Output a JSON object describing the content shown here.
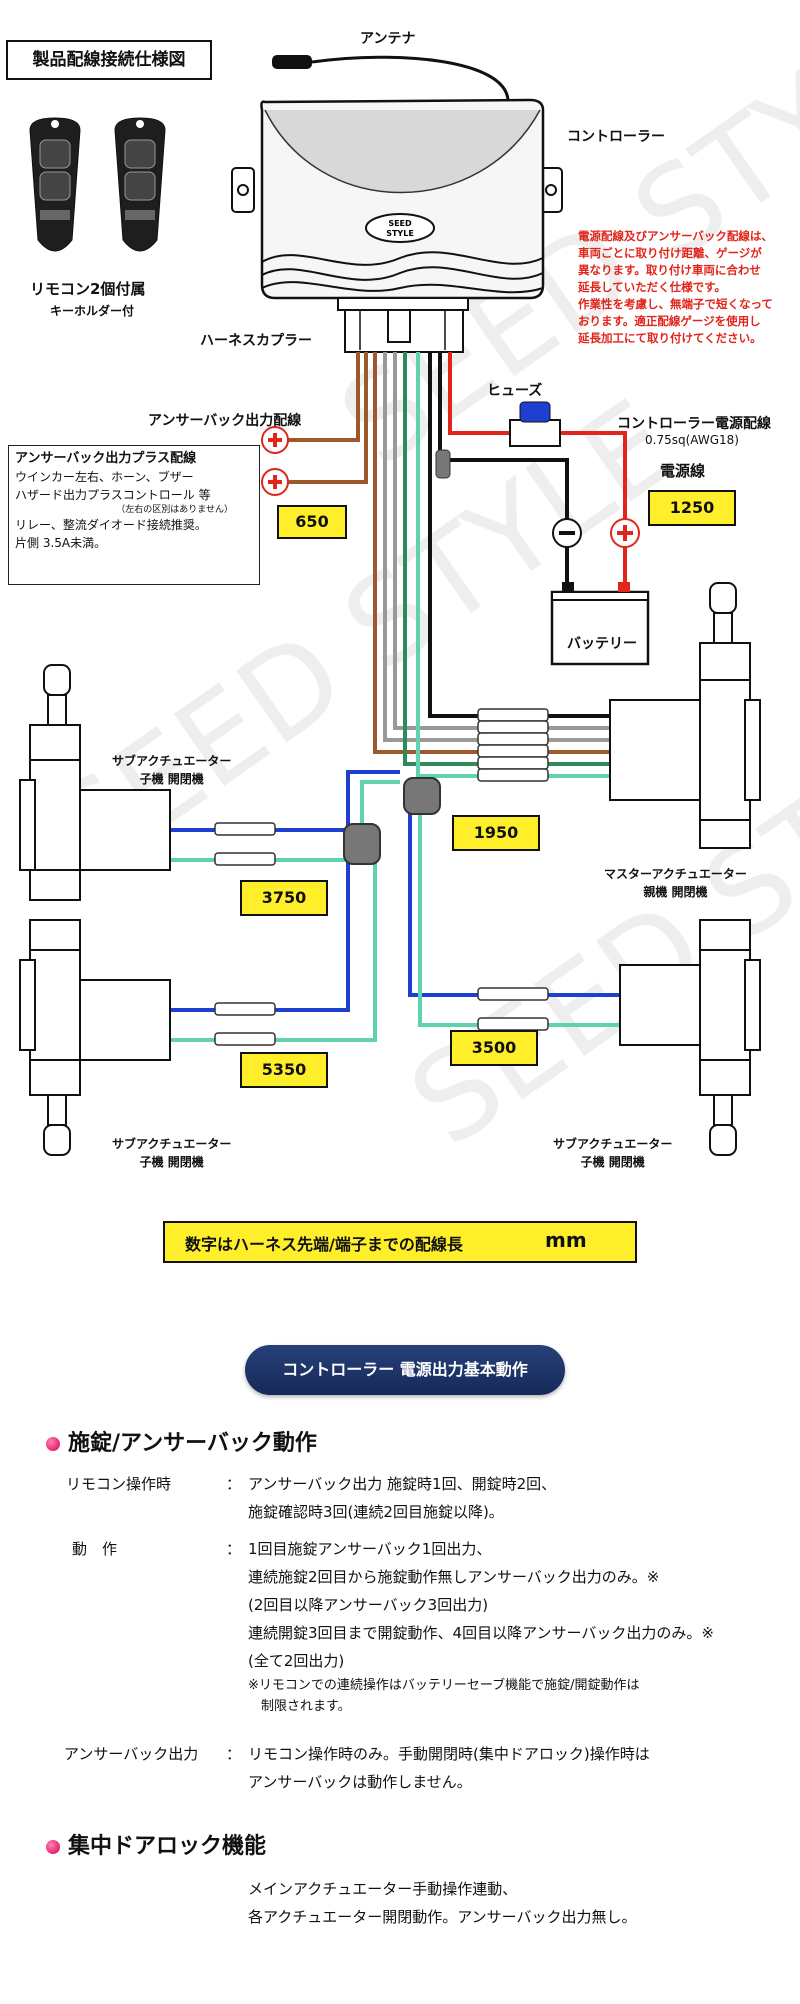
{
  "header": {
    "title": "製品配線接続仕様図"
  },
  "labels": {
    "antenna": "アンテナ",
    "controller": "コントローラー",
    "remote_title": "リモコン2個付属",
    "remote_sub": "キーホルダー付",
    "harness": "ハーネスカプラー",
    "answerback_out": "アンサーバック出力配線",
    "fuse": "ヒューズ",
    "power_wire_title": "コントローラー電源配線",
    "power_wire_spec": "0.75sq(AWG18)",
    "power_line": "電源線",
    "battery": "バッテリー",
    "logo_top": "SEED",
    "logo_bottom": "STYLE",
    "sub_left_top": [
      "サブアクチュエーター",
      "子機 開閉機"
    ],
    "master": [
      "マスターアクチュエーター",
      "親機 開閉機"
    ],
    "sub_left_bottom": [
      "サブアクチュエーター",
      "子機 開閉機"
    ],
    "sub_right_bottom": [
      "サブアクチュエーター",
      "子機 開閉機"
    ]
  },
  "red_note": [
    "電源配線及びアンサーバック配線は、",
    "車両ごとに取り付け距離、ゲージが",
    "異なります。取り付け車両に合わせ",
    "延長していただく仕様です。",
    "作業性を考慮し、無端子で短くなって",
    "おります。適正配線ゲージを使用し",
    "延長加工にて取り付けてください。"
  ],
  "answerback_note": {
    "title": "アンサーバック出力プラス配線",
    "lines": [
      "ウインカー左右、ホーン、ブザー",
      "ハザード出力プラスコントロール 等"
    ],
    "small": "（左右の区別はありません）",
    "lines2": [
      "リレー、整流ダイオード接続推奨。",
      "片側 3.5A未満。"
    ]
  },
  "lengths": {
    "answerback": "650",
    "power": "1250",
    "master": "1950",
    "sub_left_top": "3750",
    "sub_right": "3500",
    "sub_left_bottom": "5350"
  },
  "length_note": {
    "text": "数字はハーネス先端/端子までの配線長",
    "unit": "mm"
  },
  "section_pill": "コントローラー 電源出力基本動作",
  "lock_section": {
    "title": "施錠/アンサーバック動作",
    "rows": [
      {
        "label": "リモコン操作時",
        "lines": [
          "アンサーバック出力 施錠時1回、開錠時2回、",
          "施錠確認時3回(連続2回目施錠以降)。"
        ]
      },
      {
        "label": "動　作",
        "lines": [
          "1回目施錠アンサーバック1回出力、",
          "連続施錠2回目から施錠動作無しアンサーバック出力のみ。※",
          "(2回目以降アンサーバック3回出力)",
          "連続開錠3回目まで開錠動作、4回目以降アンサーバック出力のみ。※",
          "(全て2回出力)"
        ],
        "note": [
          "※リモコンでの連続操作はバッテリーセーブ機能で施錠/開錠動作は",
          "　制限されます。"
        ]
      },
      {
        "label": "アンサーバック出力",
        "lines": [
          "リモコン操作時のみ。手動開閉時(集中ドアロック)操作時は",
          "アンサーバックは動作しません。"
        ]
      }
    ],
    "colon": "："
  },
  "central_section": {
    "title": "集中ドアロック機能",
    "lines": [
      "メインアクチュエーター手動操作連動、",
      "各アクチュエーター開閉動作。アンサーバック出力無し。"
    ]
  }
}
